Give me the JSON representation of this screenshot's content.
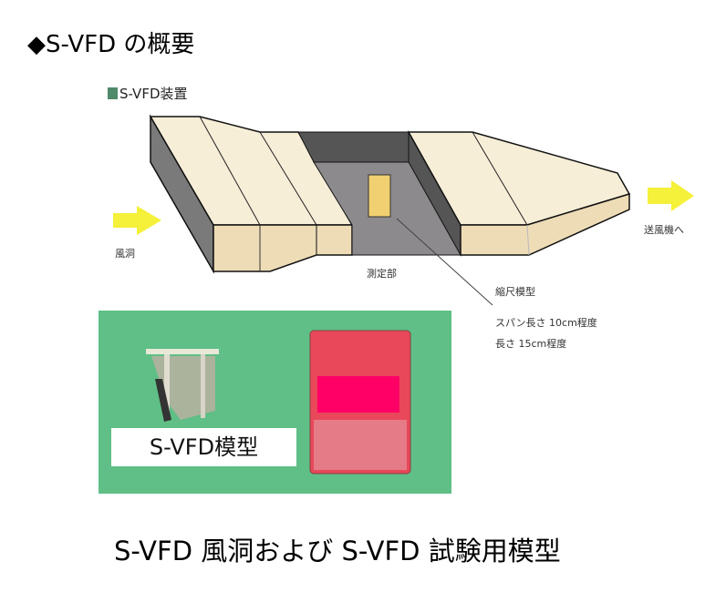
{
  "title": "◆S-VFD の概要",
  "subtitle": "S-VFD装置",
  "diagram": {
    "inlet_label": "風洞",
    "outlet_label": "送風機へ",
    "test_section_label": "測定部",
    "model_label": "縮尺模型",
    "note_line1": "スパン長さ 10cm程度",
    "note_line2": "長さ 15cm程度"
  },
  "photo": {
    "model_label": "S-VFD模型"
  },
  "caption": "S-VFD 風洞および S-VFD 試験用模型",
  "colors": {
    "duct_top": "#f7eed8",
    "duct_front": "#eddcb6",
    "duct_dark": "#5a5a5a",
    "duct_floor": "#8c8a8c",
    "arrow": "#f5f03a",
    "photo_bg": "#5fbf86",
    "box_red": "#e8485a",
    "box_magenta": "#ff0066"
  }
}
